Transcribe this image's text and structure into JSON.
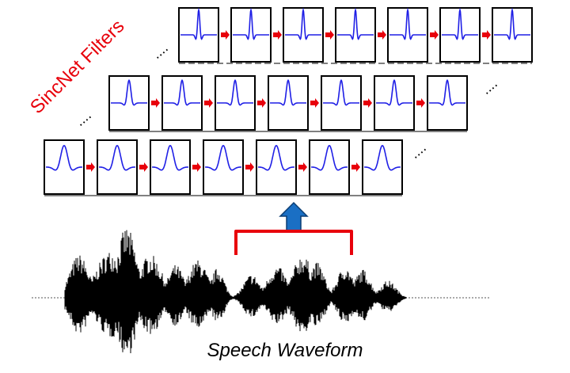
{
  "diagram": {
    "title": "SincNet Filters",
    "caption": "Speech Waveform",
    "ellipsis": "....",
    "colors": {
      "filter_wave": "#1f1fe6",
      "connector_arrow": "#e8000b",
      "bracket": "#e8000b",
      "up_arrow": "#1a6fc4",
      "waveform": "#000000",
      "title_text": "#e8000b"
    },
    "rows": [
      {
        "name": "row-top",
        "filters": 7,
        "shape": "narrow-band"
      },
      {
        "name": "row-middle",
        "filters": 7,
        "shape": "mid-band"
      },
      {
        "name": "row-bottom",
        "filters": 7,
        "shape": "wide-band"
      }
    ]
  }
}
